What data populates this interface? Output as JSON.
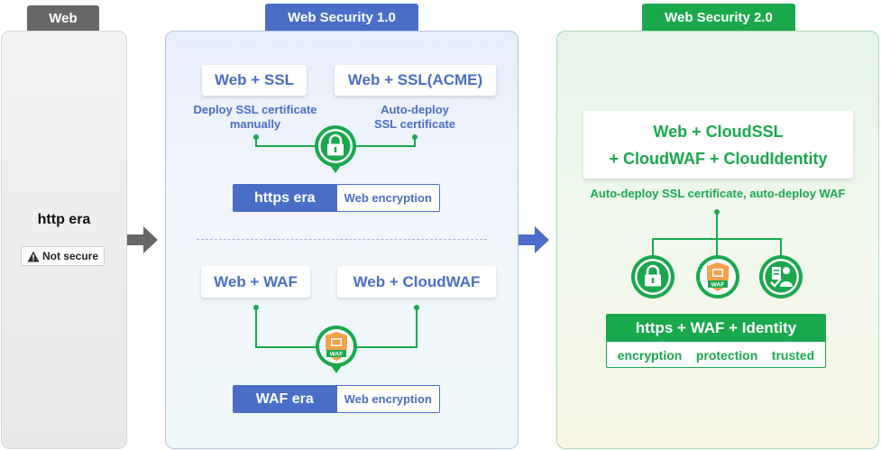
{
  "colors": {
    "gray": "#676767",
    "blue": "#4a6ec8",
    "green": "#1aa84d"
  },
  "web": {
    "tab": "Web",
    "era": "http era",
    "badge": "Not secure"
  },
  "ws1": {
    "tab": "Web Security 1.0",
    "card_ssl": "Web + SSL",
    "card_acme": "Web + SSL(ACME)",
    "cap_manual": "Deploy SSL certificate\nmanually",
    "cap_auto": "Auto-deploy\nSSL certificate",
    "https_era": "https era",
    "https_enc": "Web encryption",
    "card_waf": "Web + WAF",
    "card_cloudwaf": "Web + CloudWAF",
    "waf_era": "WAF era",
    "waf_enc": "Web encryption",
    "waf_icon_text": "WAF"
  },
  "ws2": {
    "tab": "Web Security 2.0",
    "card_line1": "Web + CloudSSL",
    "card_line2": "+ CloudWAF + CloudIdentity",
    "cap": "Auto-deploy SSL certificate, auto-deploy WAF",
    "waf_icon_text": "WAF",
    "result_title": "https + WAF + Identity",
    "result_items": [
      "encryption",
      "protection",
      "trusted"
    ]
  }
}
